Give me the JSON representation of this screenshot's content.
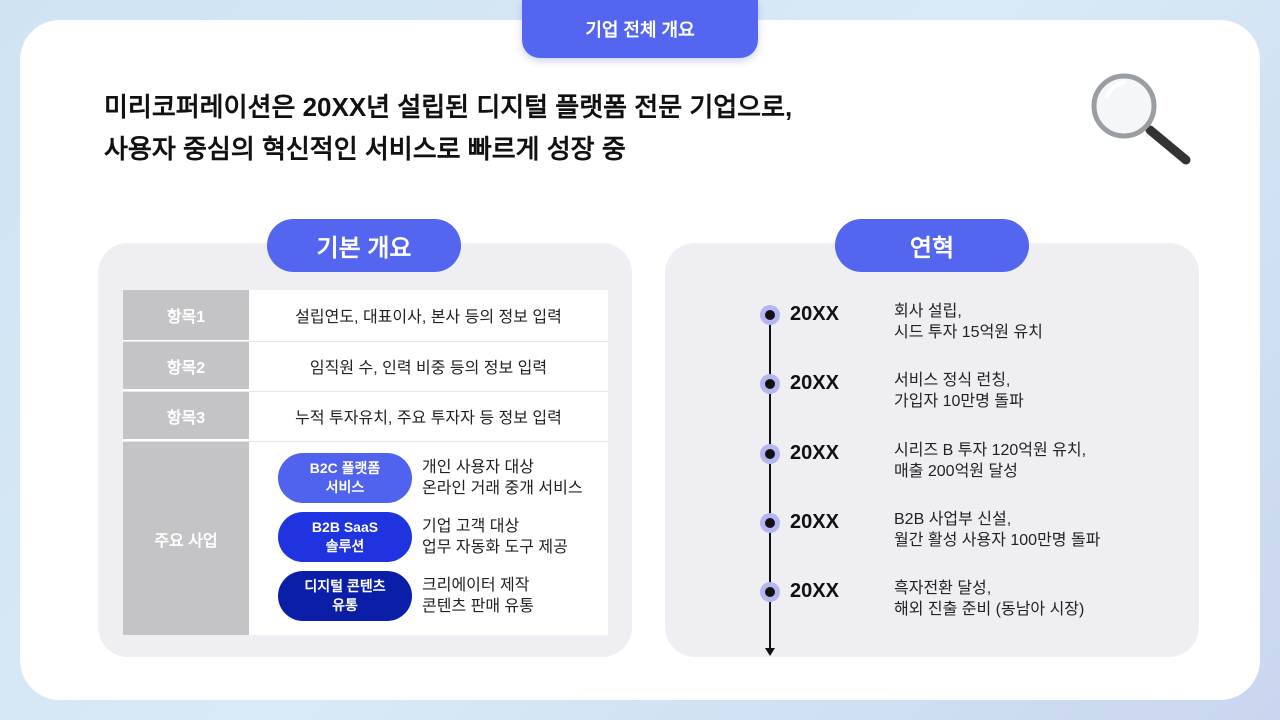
{
  "header": {
    "tab": "기업 전체 개요",
    "headline_line1": "미리코퍼레이션은 20XX년 설립된 디지털 플랫폼 전문 기업으로,",
    "headline_line2": "사용자 중심의 혁신적인 서비스로 빠르게 성장 중",
    "icon": "magnifier-icon"
  },
  "overview": {
    "title": "기본 개요",
    "rows": [
      {
        "label": "항목1",
        "value": "설립연도, 대표이사, 본사 등의 정보 입력"
      },
      {
        "label": "항목2",
        "value": "임직원 수, 인력 비중 등의 정보 입력"
      },
      {
        "label": "항목3",
        "value": "누적 투자유치, 주요 투자자 등 정보 입력"
      }
    ],
    "business_label": "주요 사업",
    "businesses": [
      {
        "name1": "B2C 플랫폼",
        "name2": "서비스",
        "desc1": "개인 사용자 대상",
        "desc2": "온라인 거래 중개 서비스",
        "color": "#4f63ee"
      },
      {
        "name1": "B2B SaaS",
        "name2": "솔루션",
        "desc1": "기업 고객 대상",
        "desc2": "업무 자동화 도구 제공",
        "color": "#1f34e0"
      },
      {
        "name1": "디지털 콘텐츠",
        "name2": "유통",
        "desc1": "크리에이터 제작",
        "desc2": "콘텐츠 판매 유통",
        "color": "#0a1ea8"
      }
    ]
  },
  "history": {
    "title": "연혁",
    "events": [
      {
        "year": "20XX",
        "line1": "회사 설립,",
        "line2": "시드 투자 15억원 유치"
      },
      {
        "year": "20XX",
        "line1": "서비스 정식 런칭,",
        "line2": "가입자 10만명 돌파"
      },
      {
        "year": "20XX",
        "line1": "시리즈 B 투자 120억원 유치,",
        "line2": "매출 200억원 달성"
      },
      {
        "year": "20XX",
        "line1": "B2B 사업부 신설,",
        "line2": "월간 활성 사용자 100만명 돌파"
      },
      {
        "year": "20XX",
        "line1": "흑자전환 달성,",
        "line2": "해외 진출 준비 (동남아 시장)"
      }
    ]
  },
  "colors": {
    "accent": "#5465f0",
    "label_gray": "#c4c4c6",
    "panel": "#efeff3"
  }
}
